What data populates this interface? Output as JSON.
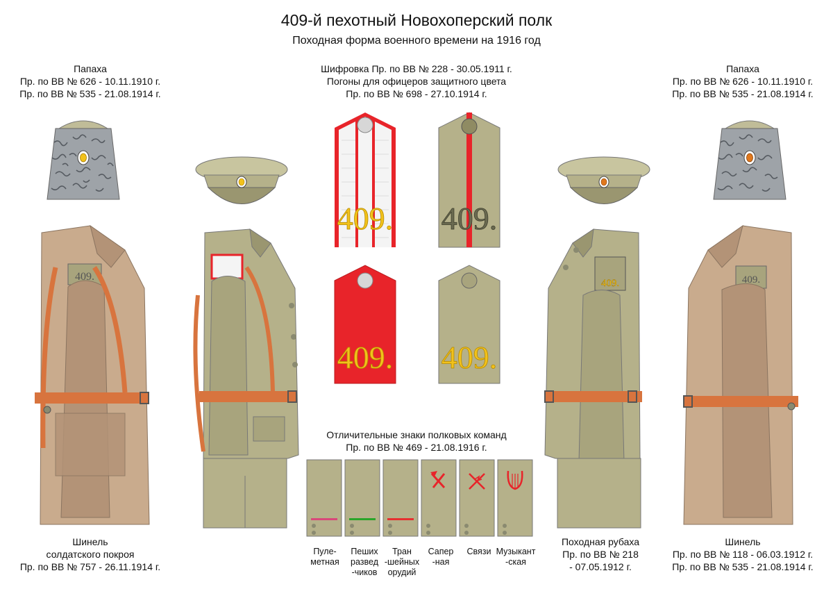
{
  "header": {
    "title": "409-й пехотный Новохоперский полк",
    "subtitle": "Походная форма военного времени на 1916 год"
  },
  "captions": {
    "papakha_left": {
      "line1": "Папаха",
      "line2": "Пр. по ВВ № 626 - 10.11.1910 г.",
      "line3": "Пр. по ВВ № 535 - 21.08.1914 г."
    },
    "papakha_right": {
      "line1": "Папаха",
      "line2": "Пр. по ВВ № 626 - 10.11.1910 г.",
      "line3": "Пр. по ВВ № 535 - 21.08.1914 г."
    },
    "shoulder_straps": {
      "line1": "Шифровка Пр. по ВВ № 228 - 30.05.1911 г.",
      "line2": "Погоны для офицеров защитного цвета",
      "line3": "Пр. по ВВ № 698 - 27.10.1914 г."
    },
    "team_badges": {
      "line1": "Отличительные знаки полковых команд",
      "line2": "Пр. по ВВ № 469 - 21.08.1916 г."
    },
    "greatcoat_left": {
      "line1": "Шинель",
      "line2": "солдатского покроя",
      "line3": "Пр. по ВВ № 757 - 26.11.1914 г."
    },
    "shirt": {
      "line1": "Походная рубаха",
      "line2": "Пр. по ВВ № 218",
      "line3": "- 07.05.1912 г."
    },
    "greatcoat_right": {
      "line1": "Шинель",
      "line2": "Пр. по ВВ № 118 - 06.03.1912 г.",
      "line3": "Пр. по ВВ № 535 - 21.08.1914 г."
    }
  },
  "straps": {
    "number": "409."
  },
  "teams": [
    {
      "line1": "Пуле-",
      "line2": "метная",
      "line3": "",
      "stripe": "#d9487a"
    },
    {
      "line1": "Пеших",
      "line2": "развед",
      "line3": "-чиков",
      "stripe": "#2aa52a"
    },
    {
      "line1": "Тран",
      "line2": "-шейных",
      "line3": "орудий",
      "stripe": "#e63030"
    },
    {
      "line1": "Сапер",
      "line2": "-ная",
      "line3": "",
      "stripe": ""
    },
    {
      "line1": "Связи",
      "line2": "",
      "line3": "",
      "stripe": ""
    },
    {
      "line1": "Музыкант",
      "line2": "-ская",
      "line3": "",
      "stripe": ""
    }
  ],
  "colors": {
    "khaki": "#b5b18a",
    "khaki_dark": "#9a9670",
    "greatcoat": "#c9ab8d",
    "greatcoat_dark": "#b39377",
    "belt": "#d8743e",
    "red": "#e8242a",
    "gold": "#f2c21b",
    "papakha": "#9ea3a8"
  }
}
